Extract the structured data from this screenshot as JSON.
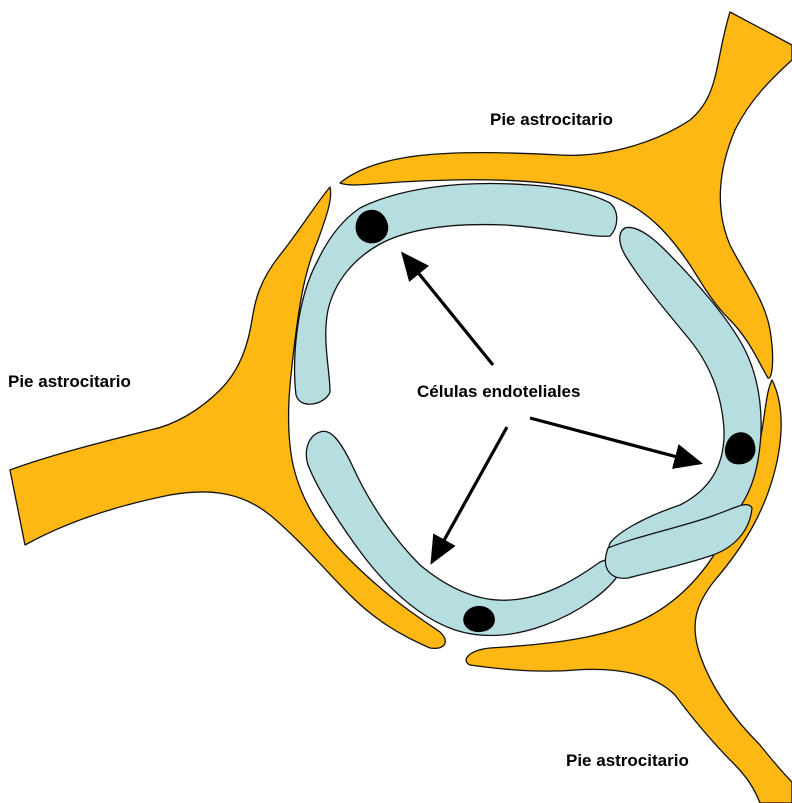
{
  "diagram": {
    "labels": {
      "astro_top": "Pie astrocitario",
      "astro_left": "Pie astrocitario",
      "astro_bottom": "Pie astrocitario",
      "center": "Células endoteliales"
    },
    "colors": {
      "astrocyte": "#FDB813",
      "endothelial": "#B6DDE0",
      "outline": "#111111",
      "nucleus": "#000000"
    }
  }
}
